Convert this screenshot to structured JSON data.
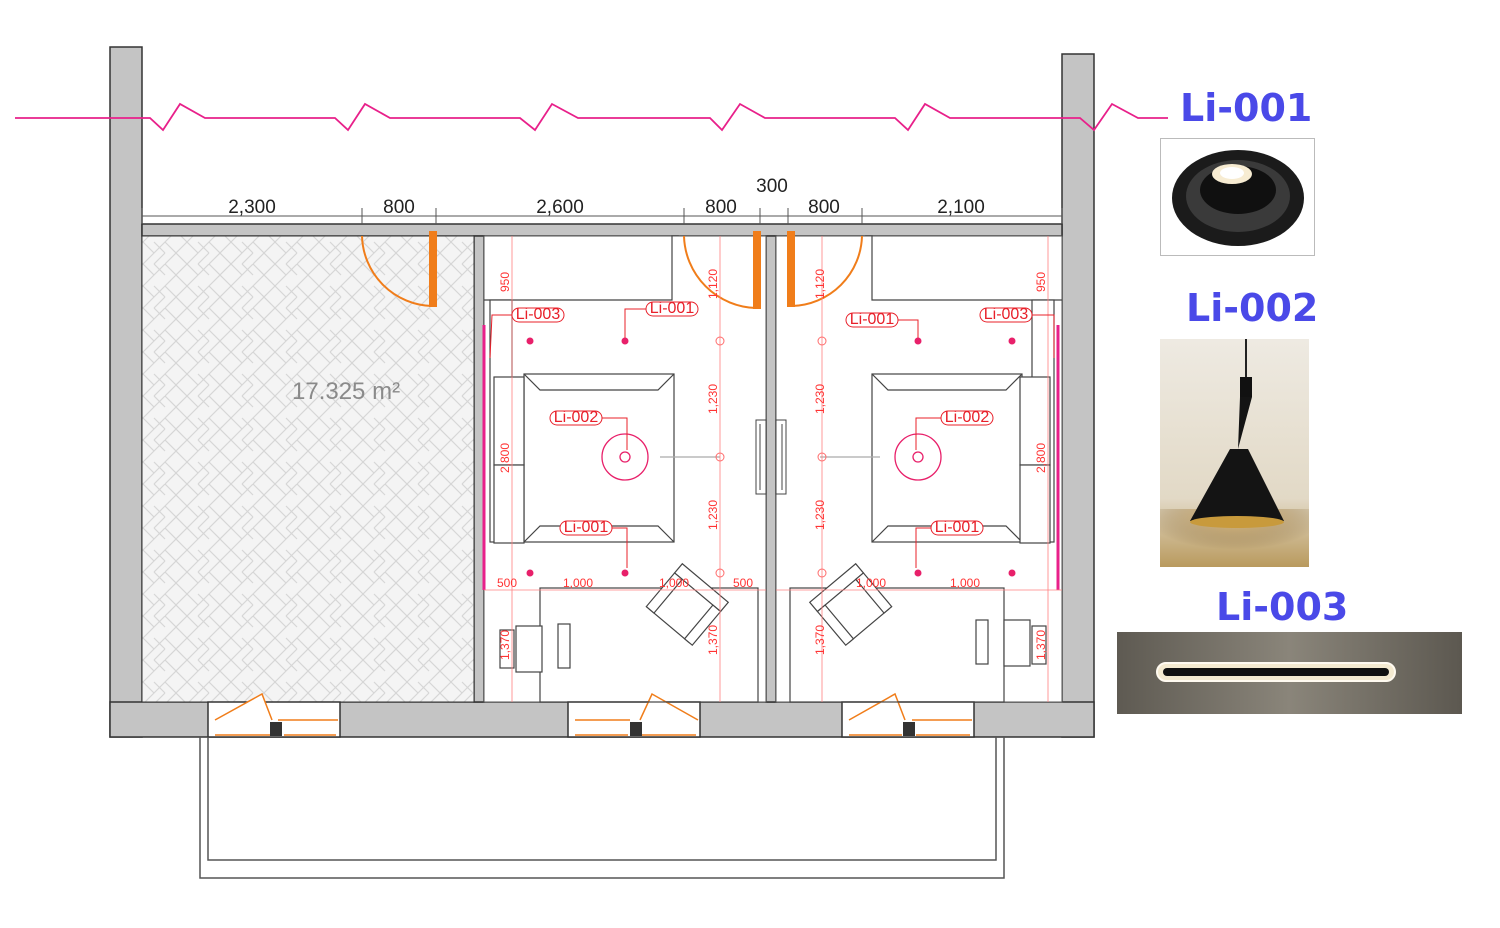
{
  "drawing": {
    "top_dimensions": [
      "2,300",
      "800",
      "2,600",
      "800",
      "300",
      "800",
      "2,100"
    ],
    "area_label": "17.325 m²",
    "room_dimensions": {
      "left_vertical": [
        "950",
        "2,800",
        "1,370"
      ],
      "right_vertical": [
        "950",
        "2,800",
        "1,370"
      ],
      "center_left_vertical": [
        "1,120",
        "1,230",
        "1,230",
        "1,370"
      ],
      "center_right_vertical": [
        "1,120",
        "1,230",
        "1,230",
        "1,370"
      ],
      "left_horizontal": [
        "500",
        "1,000",
        "1,000",
        "500"
      ],
      "right_horizontal": [
        "1,000",
        "1,000"
      ]
    },
    "room_left_tags": [
      "Li-003",
      "Li-001",
      "Li-002",
      "Li-001"
    ],
    "room_right_tags": [
      "Li-001",
      "Li-003",
      "Li-002",
      "Li-001"
    ]
  },
  "legend": [
    {
      "code": "Li-001",
      "desc_icon": "recessed-downlight"
    },
    {
      "code": "Li-002",
      "desc_icon": "pendant-lamp"
    },
    {
      "code": "Li-003",
      "desc_icon": "linear-wall-light"
    }
  ],
  "colors": {
    "wall": "#c4c4c4",
    "section_line": "#e8208a",
    "door": "#f07d1a",
    "annotation": "#ff3333",
    "legend_text": "#4a49e8"
  }
}
